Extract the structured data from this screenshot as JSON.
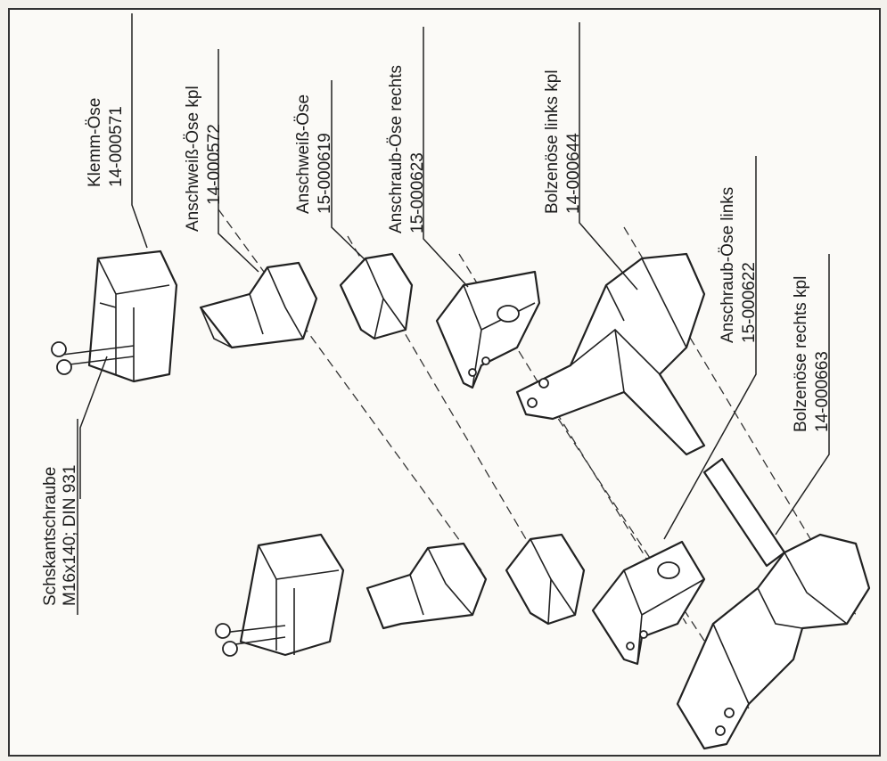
{
  "labels": [
    {
      "name": "Klemm-Öse",
      "number": "14-000571"
    },
    {
      "name": "Anschweiß-Öse kpl",
      "number": "14-000572"
    },
    {
      "name": "Anschweiß-Öse",
      "number": "15-000619"
    },
    {
      "name": "Anschraub-Öse rechts",
      "number": "15-000623"
    },
    {
      "name": "Bolzenöse links kpl",
      "number": "14-000644"
    },
    {
      "name": "Anschraub-Öse links",
      "number": "15-000622"
    },
    {
      "name": "Bolzenöse rechts kpl",
      "number": "14-000663"
    },
    {
      "name": "Schskantschraube",
      "number": "M16x140; DIN 931"
    }
  ]
}
